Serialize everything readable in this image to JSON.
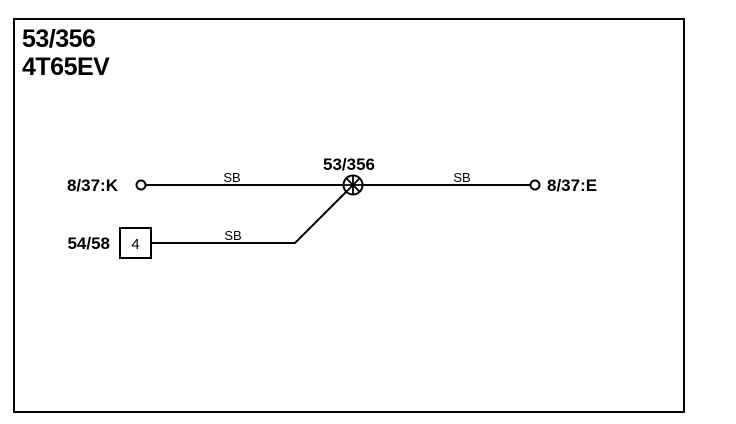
{
  "title": {
    "line1": "53/356",
    "line2": "4T65EV"
  },
  "diagram": {
    "splice_label": "53/356",
    "left_terminal_label": "8/37:K",
    "right_terminal_label": "8/37:E",
    "connector_label": "54/58",
    "connector_pin": "4",
    "wire_left_color": "SB",
    "wire_right_color": "SB",
    "wire_bottom_color": "SB"
  }
}
